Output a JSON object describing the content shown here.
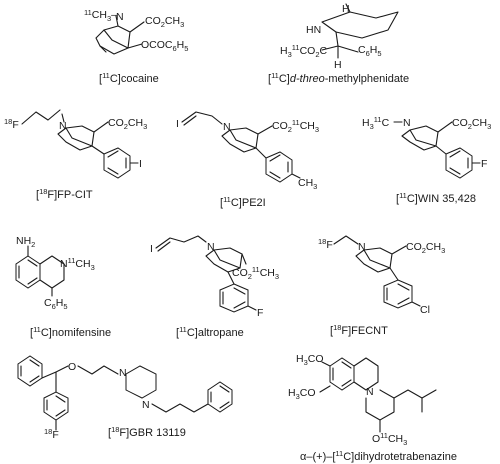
{
  "compounds": [
    {
      "id": "cocaine",
      "caption": {
        "sup": "11",
        "text": "C]cocaine"
      }
    },
    {
      "id": "methylphenidate",
      "caption": {
        "sup": "11",
        "text": "C]",
        "italic": "d-threo",
        "tail": "-methylphenidate"
      }
    },
    {
      "id": "fp-cit",
      "caption": {
        "sup": "18",
        "text": "F]FP-CIT"
      }
    },
    {
      "id": "pe2i",
      "caption": {
        "sup": "11",
        "text": "C]PE2I"
      }
    },
    {
      "id": "win35428",
      "caption": {
        "sup": "11",
        "text": "C]WIN 35,428"
      }
    },
    {
      "id": "nomifensine",
      "caption": {
        "sup": "11",
        "text": "C]nomifensine"
      }
    },
    {
      "id": "altropane",
      "caption": {
        "sup": "11",
        "text": "C]altropane"
      }
    },
    {
      "id": "fecnt",
      "caption": {
        "sup": "18",
        "text": "F]FECNT"
      }
    },
    {
      "id": "gbr13119",
      "caption": {
        "sup": "18",
        "text": "F]GBR 13119"
      }
    },
    {
      "id": "dtbz",
      "caption": {
        "pre": "α–(+)–[",
        "sup": "11",
        "text": "C]dihydrotetrabenazine"
      }
    }
  ],
  "labels": {
    "c11h3": "CH",
    "n": "N",
    "co2ch3": "CO",
    "co2_11ch3_a": "CO",
    "co2_11ch3_b": "CO",
    "ococ6h5": "OCOC",
    "hn": "HN",
    "h": "H",
    "h3_11co2c": "H",
    "c6h5": "C",
    "f18": "F",
    "f": "F",
    "i": "I",
    "ch3": "CH",
    "cl": "Cl",
    "nh2": "NH",
    "n11ch3": "N",
    "h3_11c": "H",
    "o": "O",
    "h3co": "H",
    "o11ch3": "O"
  },
  "isotopes": {
    "c11": "11",
    "f18": "18",
    "two": "2",
    "three": "3",
    "five": "5",
    "six": "6"
  }
}
